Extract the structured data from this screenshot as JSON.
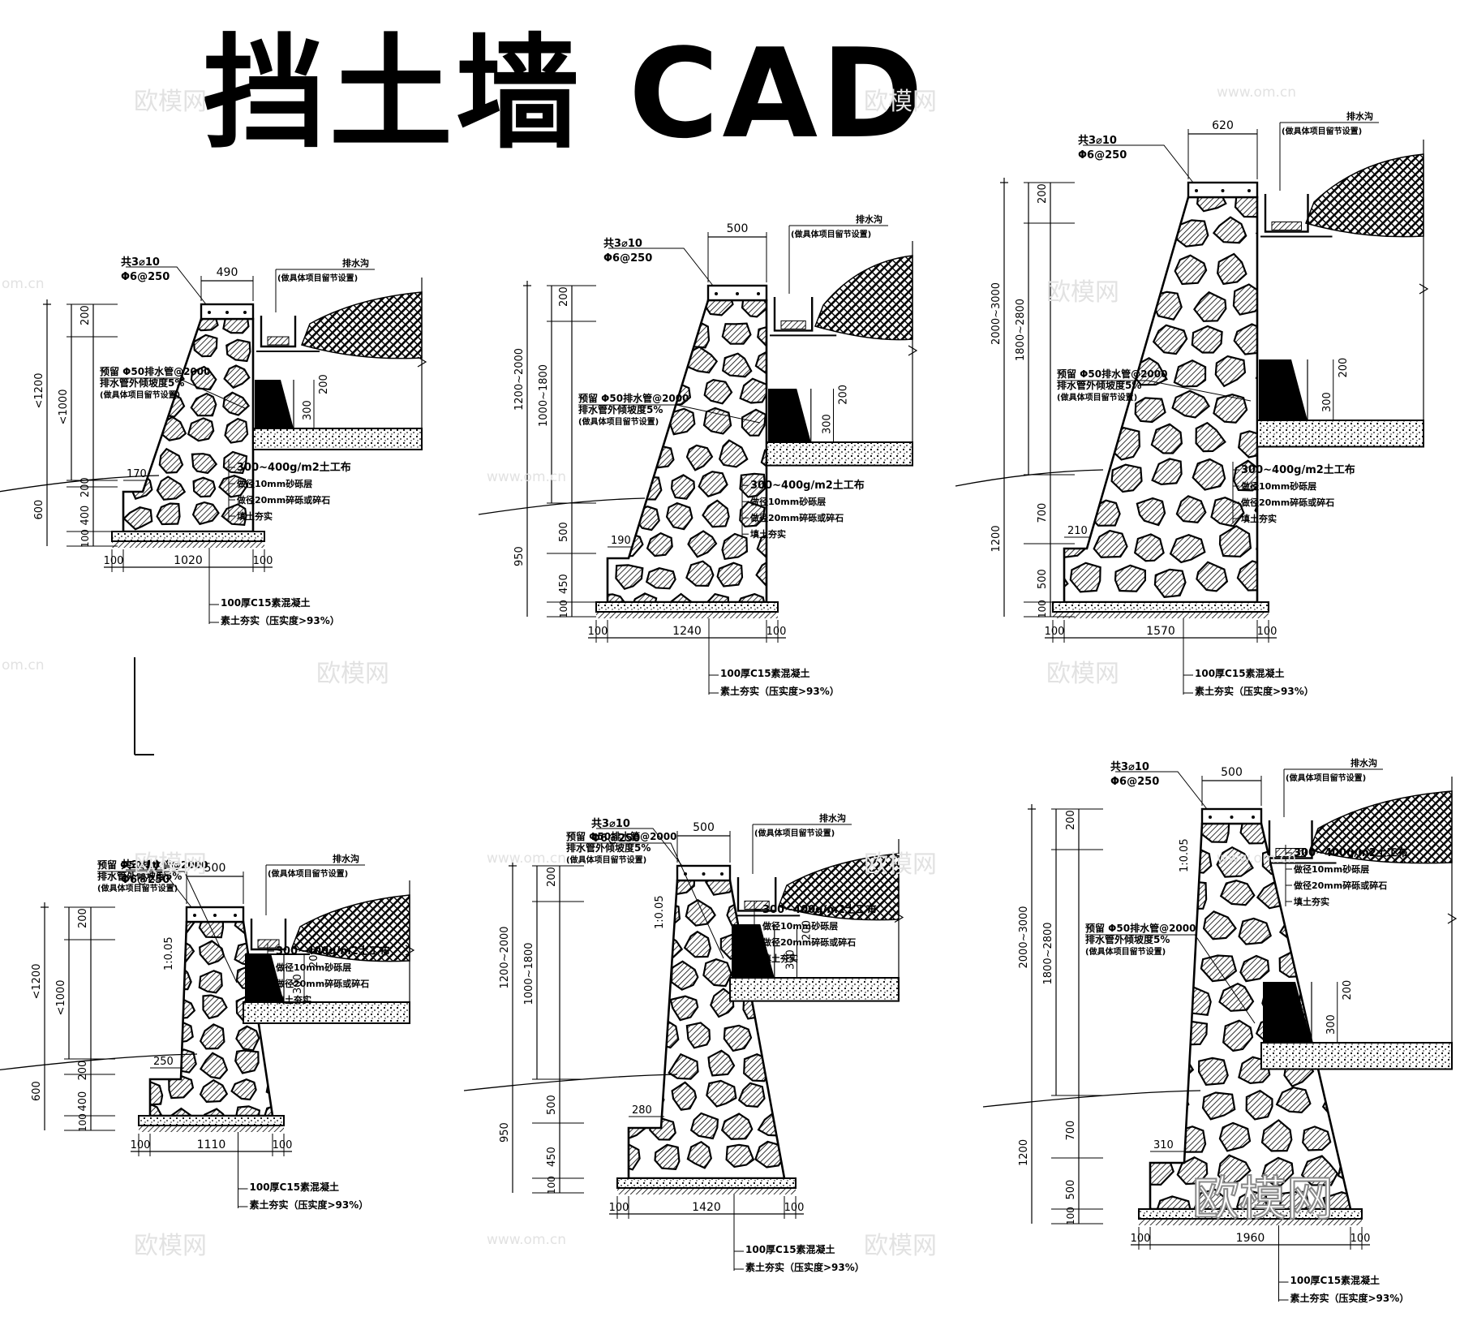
{
  "title": "挡土墙 CAD",
  "watermarks": {
    "brand": "欧模网",
    "url": "www.om.cn",
    "url_partial": "om.cn"
  },
  "note_labels": {
    "drain_ditch": "排水沟",
    "ditch_note": "(做具体项目留节设置)",
    "coping_bar": "共3⌀10",
    "coping_stirrup": "Φ6@250",
    "drain_pipe": "预留 Φ50排水管@2000",
    "drain_slope": "排水管外倾坡度5%",
    "drain_note": "(做具体项目留节设置)",
    "geotextile": "300~400g/m2土工布",
    "sand_layer": "做径10mm砂砾层",
    "gravel_layer": "做径20mm碎砾或碎石",
    "fill_compact": "填土夯实",
    "base_concrete": "100厚C15素混凝土",
    "base_compact": "素土夯实（压实度>93%）",
    "batter": "1:0.05"
  },
  "walls": [
    {
      "id": "a",
      "top": "490",
      "toe": "170",
      "base_w": "1020",
      "side": "100",
      "left_dims": {
        "h_total": "<1200",
        "h_mid": "<1000",
        "h_top": "200",
        "h_bury": "600",
        "h_b1": "200",
        "h_b2": "400",
        "h_b3": "100"
      },
      "right_dims": {
        "d1": "300",
        "d2": "200"
      }
    },
    {
      "id": "b",
      "top": "500",
      "toe": "190",
      "base_w": "1240",
      "side": "100",
      "left_dims": {
        "h_total": "1200~2000",
        "h_mid": "1000~1800",
        "h_top": "200",
        "h_bury": "950",
        "h_b1": "500",
        "h_b2": "450",
        "h_b3": "100"
      },
      "right_dims": {
        "d1": "300",
        "d2": "200"
      }
    },
    {
      "id": "c",
      "top": "620",
      "toe": "210",
      "base_w": "1570",
      "side": "100",
      "left_dims": {
        "h_total": "2000~3000",
        "h_mid": "1800~2800",
        "h_top": "200",
        "h_bury": "1200",
        "h_b1": "700",
        "h_b2": "500",
        "h_b3": "100"
      },
      "right_dims": {
        "d1": "300",
        "d2": "200"
      }
    },
    {
      "id": "d",
      "top": "500",
      "toe": "250",
      "base_w": "1110",
      "side": "100",
      "left_dims": {
        "h_total": "<1200",
        "h_mid": "<1000",
        "h_top": "200",
        "h_bury": "600",
        "h_b1": "200",
        "h_b2": "400",
        "h_b3": "100"
      },
      "right_dims": {
        "d1": "300",
        "d2": "200"
      }
    },
    {
      "id": "e",
      "top": "500",
      "toe": "280",
      "base_w": "1420",
      "side": "100",
      "left_dims": {
        "h_total": "1200~2000",
        "h_mid": "1000~1800",
        "h_top": "200",
        "h_bury": "950",
        "h_b1": "500",
        "h_b2": "450",
        "h_b3": "100"
      },
      "right_dims": {
        "d1": "300",
        "d2": "200"
      }
    },
    {
      "id": "f",
      "top": "500",
      "toe": "310",
      "base_w": "1960",
      "side": "100",
      "left_dims": {
        "h_total": "2000~3000",
        "h_mid": "1800~2800",
        "h_top": "200",
        "h_bury": "1200",
        "h_b1": "700",
        "h_b2": "500",
        "h_b3": "100"
      },
      "right_dims": {
        "d1": "300",
        "d2": "200"
      }
    }
  ]
}
